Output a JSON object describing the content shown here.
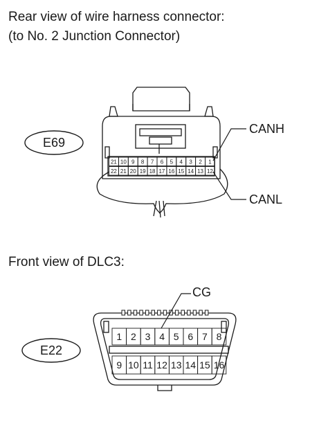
{
  "captions": {
    "rear_view_line1": "Rear view of wire harness connector:",
    "rear_view_line2": "(to No. 2 Junction Connector)",
    "front_view": "Front view of DLC3:"
  },
  "connector_e69": {
    "id": "E69",
    "top_row": [
      "21",
      "10",
      "9",
      "8",
      "7",
      "6",
      "5",
      "4",
      "3",
      "2",
      "1"
    ],
    "bottom_row": [
      "22",
      "21",
      "20",
      "19",
      "18",
      "17",
      "16",
      "15",
      "14",
      "13",
      "12"
    ],
    "labels": {
      "canh": "CANH",
      "canl": "CANL"
    }
  },
  "connector_e22": {
    "id": "E22",
    "top_row": [
      "1",
      "2",
      "3",
      "4",
      "5",
      "6",
      "7",
      "8"
    ],
    "bottom_row": [
      "9",
      "10",
      "11",
      "12",
      "13",
      "14",
      "15",
      "16"
    ],
    "labels": {
      "cg": "CG"
    }
  }
}
